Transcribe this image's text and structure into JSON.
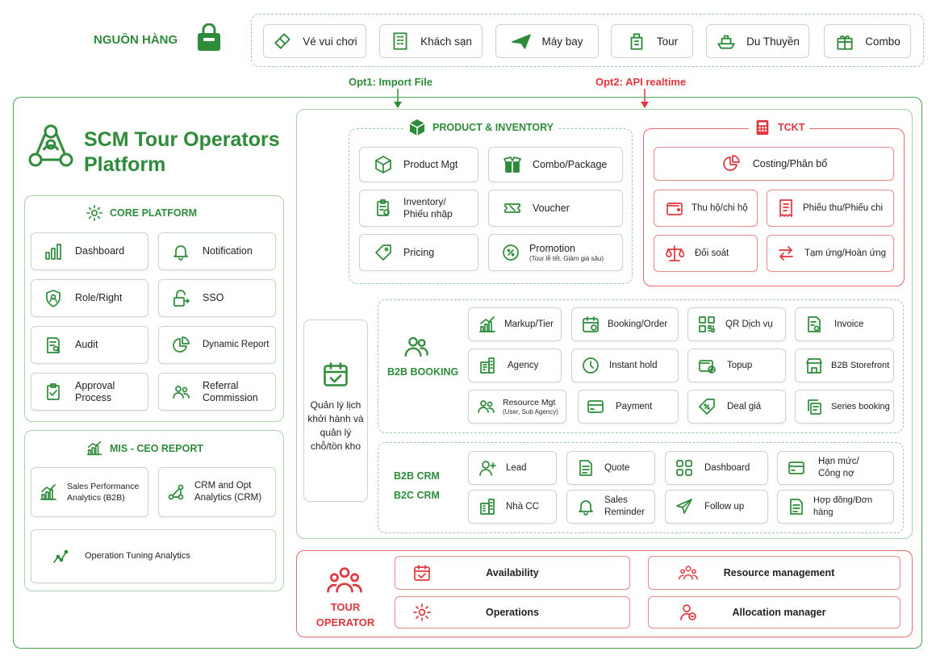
{
  "sources": {
    "label": "NGUỒN HÀNG",
    "items": [
      {
        "label": "Vé vui chơi",
        "icon": "ticket-icon"
      },
      {
        "label": "Khách sạn",
        "icon": "building-icon"
      },
      {
        "label": "Máy bay",
        "icon": "plane-icon"
      },
      {
        "label": "Tour",
        "icon": "tour-icon"
      },
      {
        "label": "Du Thuyền",
        "icon": "cruise-ship-icon"
      },
      {
        "label": "Combo",
        "icon": "gift-icon"
      }
    ]
  },
  "connectors": {
    "opt1": "Opt1: Import File",
    "opt2": "Opt2: API realtime"
  },
  "platform": {
    "title_line1": "SCM Tour Operators",
    "title_line2": "Platform"
  },
  "core_platform": {
    "title": "CORE PLATFORM",
    "items": [
      {
        "label": "Dashboard"
      },
      {
        "label": "Notification"
      },
      {
        "label": "Role/Right"
      },
      {
        "label": "SSO"
      },
      {
        "label": "Audit"
      },
      {
        "label": "Dynamic Report"
      },
      {
        "label": "Approval\nProcess"
      },
      {
        "label": "Referral\nCommission"
      }
    ]
  },
  "mis": {
    "title": "MIS - CEO REPORT",
    "items": [
      {
        "label": "Sales Performance\nAnalytics (B2B)"
      },
      {
        "label": "CRM and Opt\nAnalytics (CRM)"
      },
      {
        "label": "Operation Tuning Analytics"
      }
    ]
  },
  "product_inventory": {
    "title": "PRODUCT & INVENTORY",
    "items": [
      {
        "label": "Product Mgt"
      },
      {
        "label": "Combo/Package"
      },
      {
        "label": "Inventory/\nPhiếu nhập"
      },
      {
        "label": "Voucher"
      },
      {
        "label": "Pricing"
      },
      {
        "label": "Promotion",
        "sub": "(Tour lễ tết, Giảm giá sâu)"
      }
    ]
  },
  "tckt": {
    "title": "TCKT",
    "items": [
      {
        "label": "Costing/Phân bổ"
      },
      {
        "label": "Thu hộ/chi hộ"
      },
      {
        "label": "Phiếu thu/Phiếu chi"
      },
      {
        "label": "Đối soát"
      },
      {
        "label": "Tạm ứng/Hoàn ứng"
      }
    ]
  },
  "schedule": {
    "label": "Quản lý lịch\nkhởi hành và\nquản lý\nchỗ/tồn kho"
  },
  "b2b_booking": {
    "title": "B2B BOOKING",
    "items": [
      {
        "label": "Markup/Tier"
      },
      {
        "label": "Booking/Order"
      },
      {
        "label": "QR Dịch vụ"
      },
      {
        "label": "Invoice"
      },
      {
        "label": "Agency"
      },
      {
        "label": "Instant hold"
      },
      {
        "label": "Topup"
      },
      {
        "label": "B2B Storefront"
      },
      {
        "label": "Resource Mgt",
        "sub": "(User, Sub Agency)"
      },
      {
        "label": "Payment"
      },
      {
        "label": "Deal giá"
      },
      {
        "label": "Series booking"
      }
    ]
  },
  "crm": {
    "title1": "B2B CRM",
    "title2": "B2C CRM",
    "items": [
      {
        "label": "Lead"
      },
      {
        "label": "Quote"
      },
      {
        "label": "Dashboard"
      },
      {
        "label": "Hạn mức/\nCông nợ"
      },
      {
        "label": "Nhà CC"
      },
      {
        "label": "Sales\nReminder"
      },
      {
        "label": "Follow up"
      },
      {
        "label": "Hợp đồng/Đơn hàng"
      }
    ]
  },
  "tour_operator": {
    "title1": "TOUR",
    "title2": "OPERATOR",
    "items": [
      {
        "label": "Availability"
      },
      {
        "label": "Resource management"
      },
      {
        "label": "Operations"
      },
      {
        "label": "Allocation manager"
      }
    ]
  },
  "colors": {
    "green": "#2e8b3a",
    "red": "#e0383e"
  }
}
